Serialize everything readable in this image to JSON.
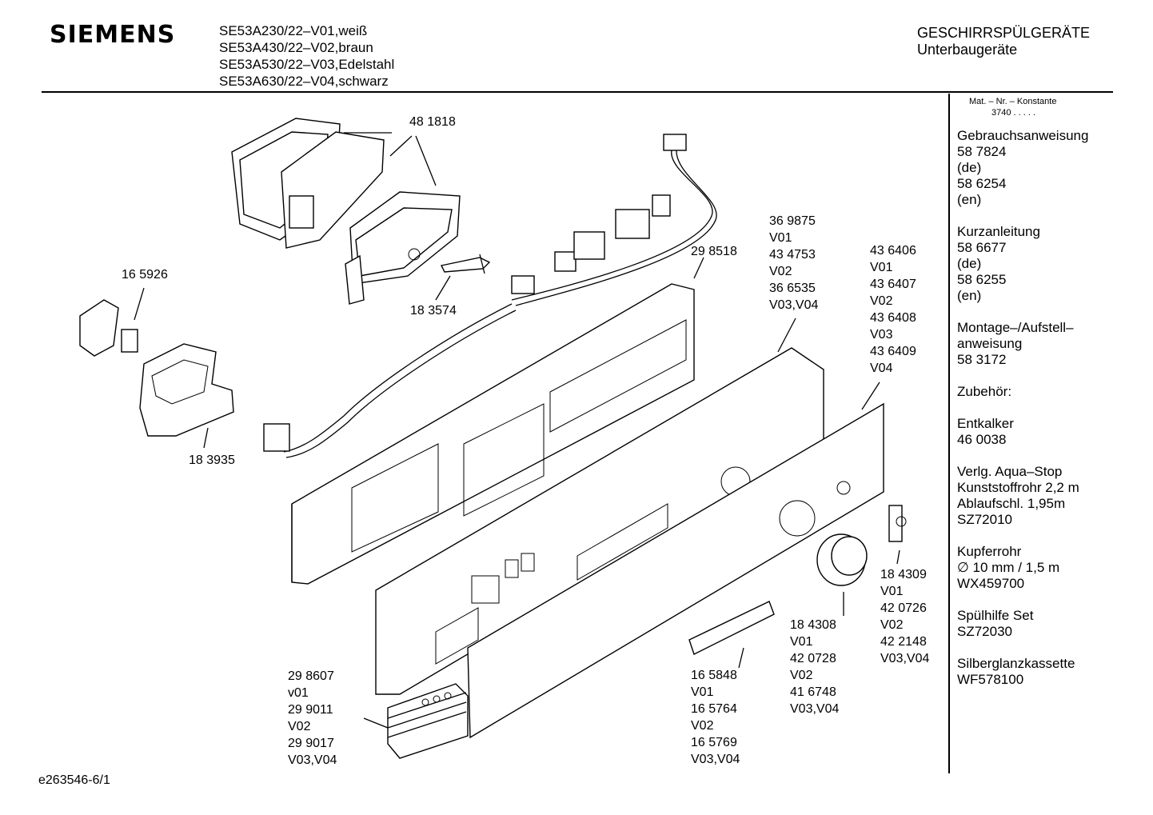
{
  "header": {
    "brand": "SIEMENS",
    "models": [
      "SE53A230/22–V01,weiß",
      "SE53A430/22–V02,braun",
      "SE53A530/22–V03,Edelstahl",
      "SE53A630/22–V04,schwarz"
    ],
    "category": "GESCHIRRSPÜLGERÄTE",
    "subcategory": "Unterbaugeräte"
  },
  "sidebar": {
    "konstante_label": "Mat. – Nr. – Konstante",
    "konstante_value": "3740 . . . . .",
    "sections": [
      {
        "lines": [
          "Gebrauchsanweisung",
          "58 7824",
          "(de)",
          "58 6254",
          "(en)"
        ]
      },
      {
        "lines": [
          "Kurzanleitung",
          "58 6677",
          "(de)",
          "58 6255",
          "(en)"
        ]
      },
      {
        "lines": [
          "Montage–/Aufstell–",
          "anweisung",
          "58 3172"
        ]
      },
      {
        "lines": [
          "Zubehör:"
        ]
      },
      {
        "lines": [
          "Entkalker",
          "46 0038"
        ]
      },
      {
        "lines": [
          "Verlg. Aqua–Stop",
          "Kunststoffrohr 2,2 m",
          "Ablaufschl. 1,95m",
          "SZ72010"
        ]
      },
      {
        "lines": [
          "Kupferrohr",
          "∅ 10 mm / 1,5 m",
          "WX459700"
        ]
      },
      {
        "lines": [
          "Spülhilfe Set",
          "SZ72030"
        ]
      },
      {
        "lines": [
          "Silberglanzkassette",
          "WF578100"
        ]
      }
    ]
  },
  "parts": [
    {
      "id": "p481818",
      "text": "48 1818"
    },
    {
      "id": "p165926",
      "text": "16 5926"
    },
    {
      "id": "p183574",
      "text": "18 3574"
    },
    {
      "id": "p183935",
      "text": "18 3935"
    },
    {
      "id": "p298518",
      "text": "29 8518"
    },
    {
      "id": "p369875",
      "text": "36 9875\nV01\n43 4753\nV02\n36 6535\nV03,V04"
    },
    {
      "id": "p436406",
      "text": "43 6406\nV01\n43 6407\nV02\n43 6408\nV03\n43 6409\nV04"
    },
    {
      "id": "p184309",
      "text": "18 4309\nV01\n42 0726\nV02\n42 2148\nV03,V04"
    },
    {
      "id": "p184308",
      "text": "18 4308\nV01\n42 0728\nV02\n41 6748\nV03,V04"
    },
    {
      "id": "p165848",
      "text": "16 5848\nV01\n16 5764\nV02\n16 5769\nV03,V04"
    },
    {
      "id": "p298607",
      "text": "29 8607\nv01\n29 9011\nV02\n29 9017\nV03,V04"
    }
  ],
  "footer": {
    "code": "e263546-6/1"
  }
}
